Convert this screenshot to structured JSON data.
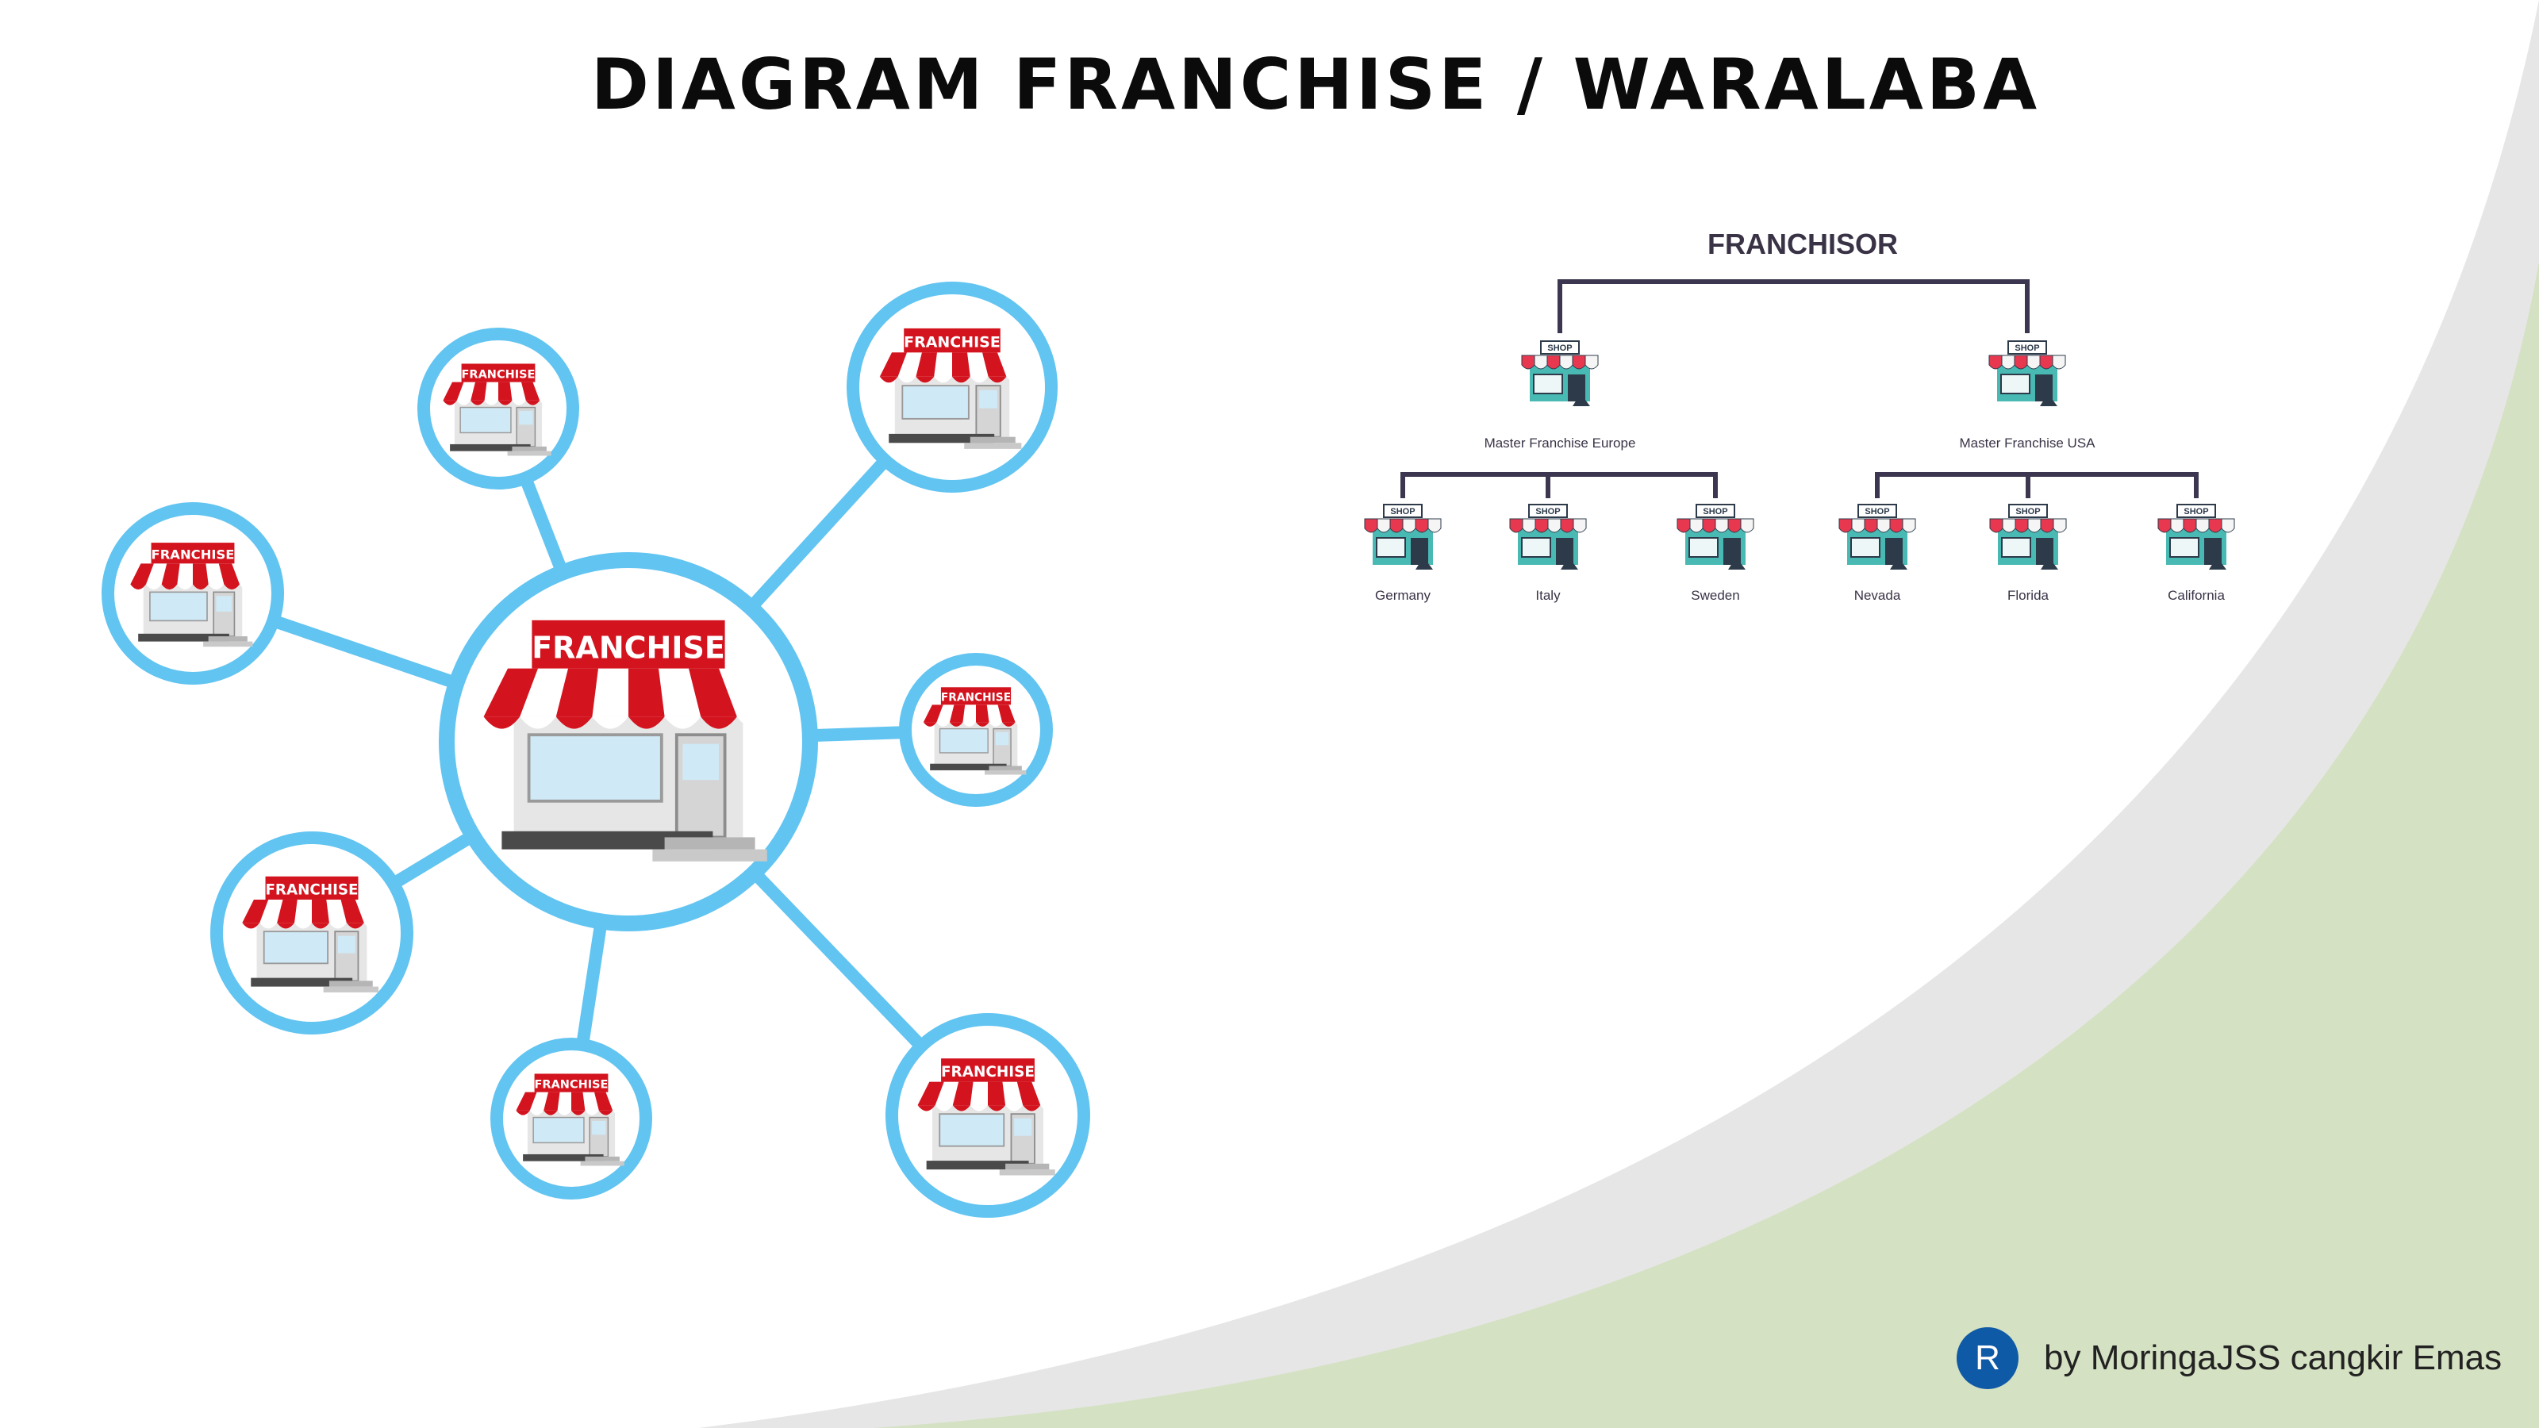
{
  "title": "DIAGRAM FRANCHISE / WARALABA",
  "colors": {
    "ring": "#62c4f1",
    "awning_red": "#d3141f",
    "awning_white": "#ffffff",
    "tree_line": "#3d3650",
    "bg_gray": "#e6e6e6",
    "bg_green": "#d4e1c2",
    "footer_logo": "#0f5aa6"
  },
  "star_diagram": {
    "hub": {
      "label": "FRANCHISE",
      "icon": "shop-icon"
    },
    "satellites": [
      {
        "label": "FRANCHISE",
        "icon": "shop-icon"
      },
      {
        "label": "FRANCHISE",
        "icon": "shop-icon"
      },
      {
        "label": "FRANCHISE",
        "icon": "shop-icon"
      },
      {
        "label": "FRANCHISE",
        "icon": "shop-icon"
      },
      {
        "label": "FRANCHISE",
        "icon": "shop-icon"
      },
      {
        "label": "FRANCHISE",
        "icon": "shop-icon"
      },
      {
        "label": "FRANCHISE",
        "icon": "shop-icon"
      }
    ]
  },
  "tree": {
    "root": "FRANCHISOR",
    "shop_label": "SHOP",
    "masters": [
      {
        "label": "Master Franchise Europe",
        "children": [
          "Germany",
          "Italy",
          "Sweden"
        ]
      },
      {
        "label": "Master Franchise USA",
        "children": [
          "Nevada",
          "Florida",
          "California"
        ]
      }
    ]
  },
  "footer": {
    "logo_letter": "R",
    "text": "by MoringaJSS cangkir Emas"
  }
}
